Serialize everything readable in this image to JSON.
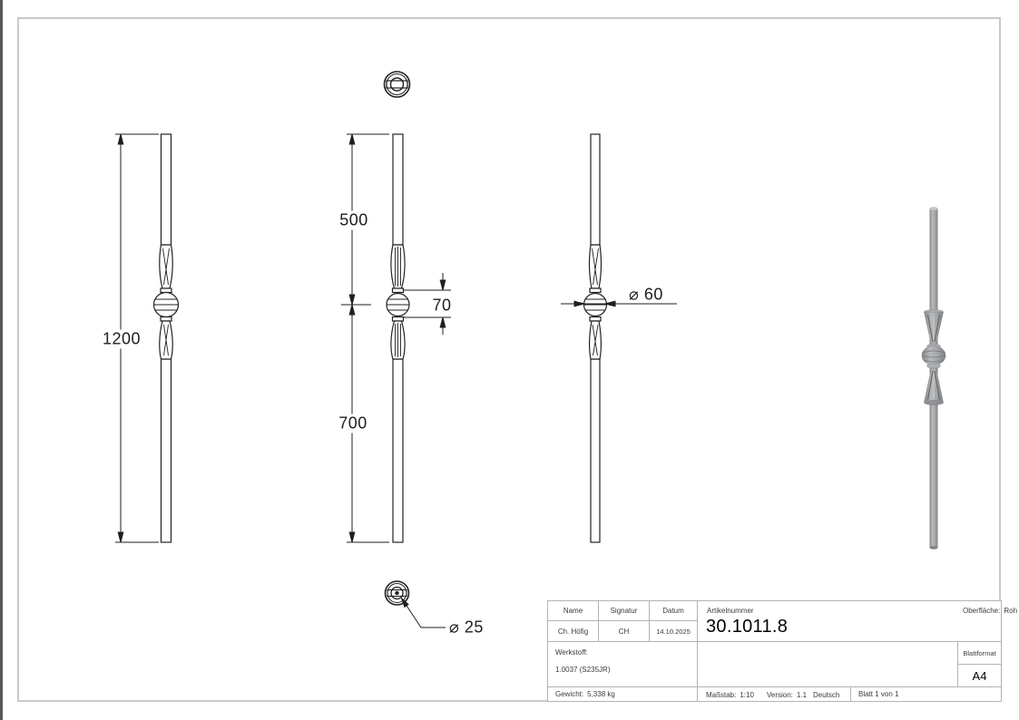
{
  "dimensions": {
    "overall_length": "1200",
    "upper_segment": "500",
    "ornament_height": "70",
    "lower_segment": "700",
    "ball_diameter": "⌀ 60",
    "rod_diameter": "⌀ 25"
  },
  "title_block": {
    "name_label": "Name",
    "signature_label": "Signatur",
    "date_label": "Datum",
    "article_number_label": "Artikelnummer",
    "surface_label": "Oberfläche:",
    "surface_value": "Roh",
    "name_value": "Ch. Höfig",
    "signature_value": "CH",
    "date_value": "14.10.2025",
    "article_number_value": "30.1011.8",
    "material_label": "Werkstoff:",
    "material_value": "1.0037 (S235JR)",
    "sheet_format_label": "Blattformat",
    "sheet_format_value": "A4",
    "weight_label": "Gewicht:",
    "weight_value": "5,338 kg",
    "scale_label": "Maßstab:",
    "scale_value": "1:10",
    "version_label": "Version:",
    "version_value": "1.1",
    "language": "Deutsch",
    "sheet_count": "Blatt 1 von 1"
  },
  "colors": {
    "drawing_line": "#1f1f1f",
    "frame_line": "#c9c9c9",
    "table_line": "#b3b3b3",
    "render_gray": "#97999b"
  }
}
